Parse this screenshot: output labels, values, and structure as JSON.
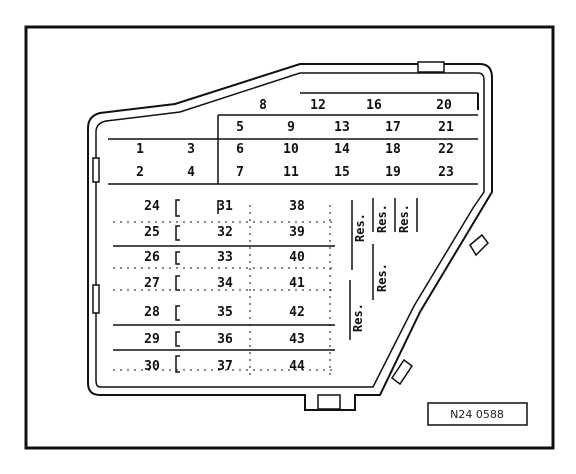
{
  "fuse_labels": {
    "row1": [
      "8",
      "12",
      "16",
      "20"
    ],
    "row2": [
      "5",
      "9",
      "13",
      "17",
      "21"
    ],
    "row3": [
      "1",
      "3",
      "6",
      "10",
      "14",
      "18",
      "22"
    ],
    "row4": [
      "2",
      "4",
      "7",
      "11",
      "15",
      "19",
      "23"
    ],
    "col_left": [
      "24",
      "25",
      "26",
      "27",
      "28",
      "29",
      "30"
    ],
    "col_mid": [
      "31",
      "32",
      "33",
      "34",
      "35",
      "36",
      "37"
    ],
    "col_right": [
      "38",
      "39",
      "40",
      "41",
      "42",
      "43",
      "44"
    ]
  },
  "reserve_label": "Res.",
  "reference_code": "N24 0588"
}
